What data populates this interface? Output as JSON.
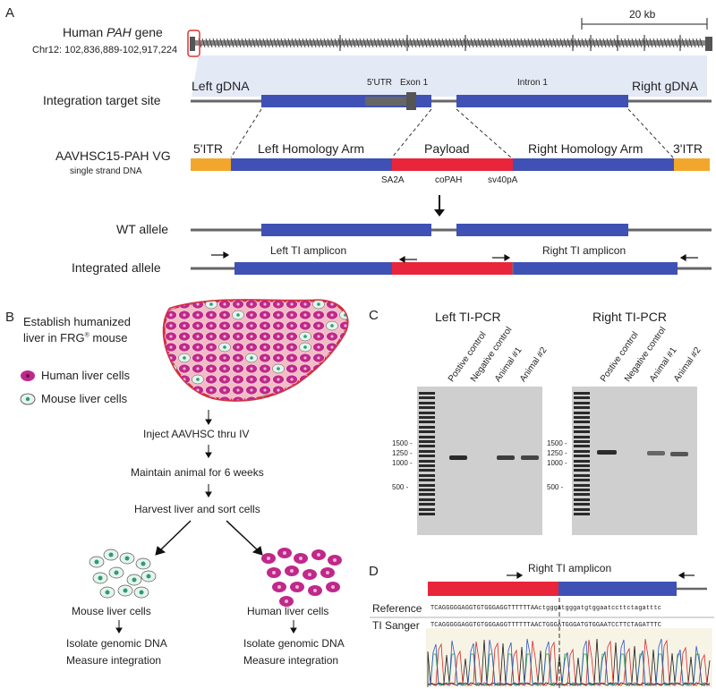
{
  "panelA": {
    "letter": "A",
    "gene_prefix": "Human ",
    "gene_name": "PAH",
    "gene_suffix": " gene",
    "coords": "Chr12: 102,836,889-102,917,224",
    "scale": "20 kb",
    "target_site": "Integration target site",
    "left_gdna": "Left gDNA",
    "right_gdna": "Right gDNA",
    "utr5": "5'UTR",
    "exon1": "Exon 1",
    "intron1": "Intron 1",
    "vg_name": "AAVHSC15-PAH VG",
    "vg_sub": "single strand DNA",
    "itr5": "5'ITR",
    "itr3": "3'ITR",
    "left_arm": "Left Homology Arm",
    "payload": "Payload",
    "right_arm": "Right Homology Arm",
    "sa2a": "SA2A",
    "copah": "coPAH",
    "sv40pa": "sv40pA",
    "wt_allele": "WT allele",
    "int_allele": "Integrated allele",
    "left_amplicon": "Left TI amplicon",
    "right_amplicon": "Right TI amplicon"
  },
  "panelB": {
    "letter": "B",
    "title_line1": "Establish humanized",
    "title_line2_a": "liver in FRG",
    "title_line2_sup": "®",
    "title_line2_b": " mouse",
    "legend_human": "Human liver cells",
    "legend_mouse": "Mouse liver cells",
    "step1": "Inject AAVHSC thru IV",
    "step2": "Maintain animal for 6 weeks",
    "step3": "Harvest liver and sort cells",
    "mouse_cells": "Mouse liver cells",
    "human_cells": "Human liver cells",
    "isolate": "Isolate genomic DNA",
    "measure": "Measure integration"
  },
  "panelC": {
    "letter": "C",
    "left_title": "Left TI-PCR",
    "right_title": "Right TI-PCR",
    "lanes": [
      "Postive control",
      "Negative control",
      "Animal #1",
      "Animal #2"
    ],
    "ladder": [
      "1500",
      "1250",
      "1000",
      "500"
    ]
  },
  "panelD": {
    "letter": "D",
    "amplicon": "Right TI amplicon",
    "reference_label": "Reference",
    "sanger_label": "TI Sanger",
    "reference_seq": "TCAGGGGGAGGTGTGGGAGGTTTTTTAActgggatgggatgtggaatccttctagatttc",
    "sanger_seq": "TCAGGGGGAGGTGTGGGAGGTTTTTTAACTGGGATGGGATGTGGAATCCTTCTAGATTTC"
  },
  "colors": {
    "blue": "#3f51b5",
    "red": "#e8253a",
    "orange": "#f2a72c",
    "magenta": "#c0288a",
    "liver_bg": "#f2bcc6"
  }
}
